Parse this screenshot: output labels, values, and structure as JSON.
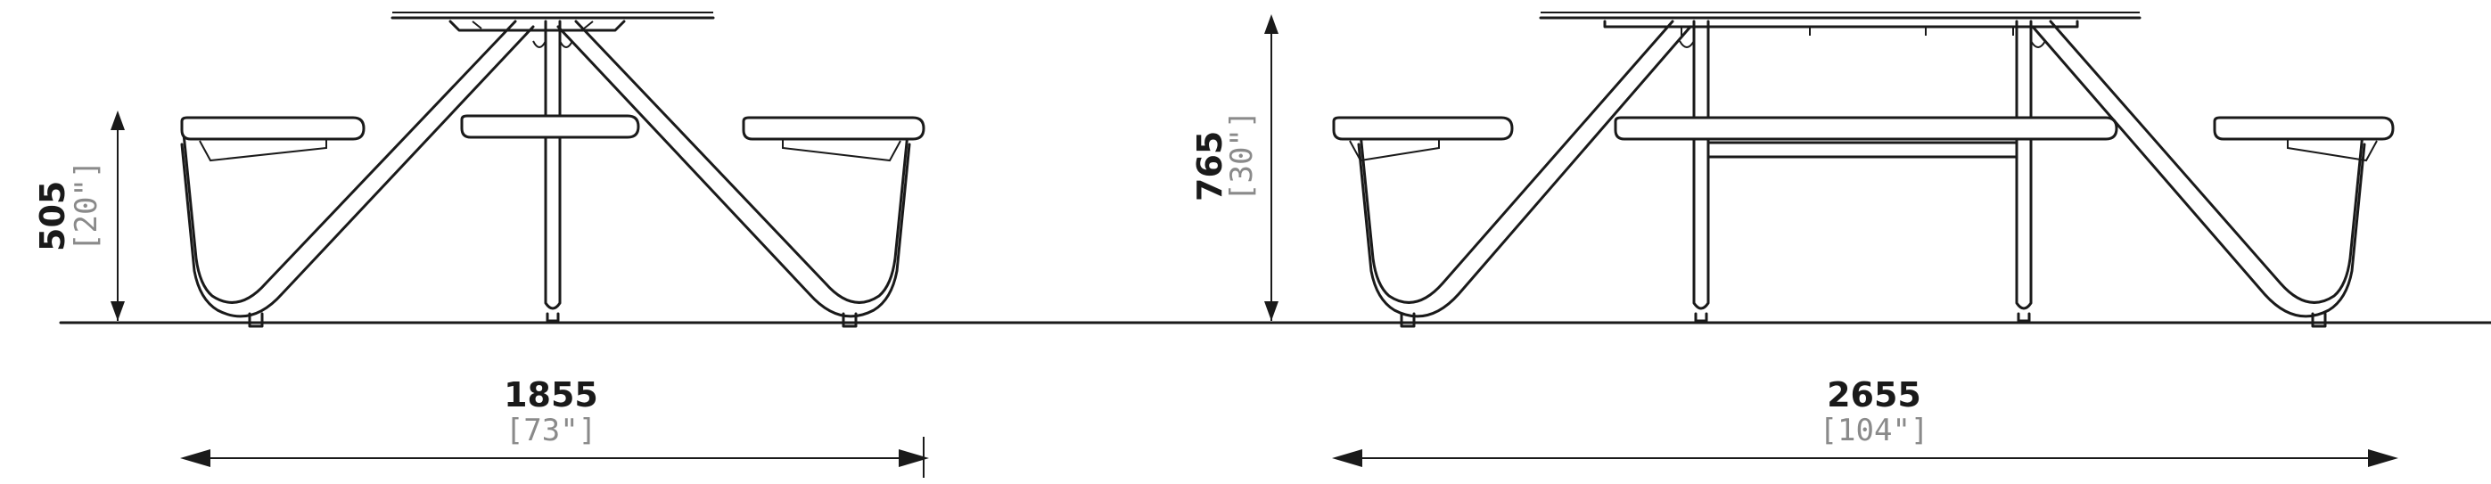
{
  "dimensions": {
    "side_width": {
      "mm": "1855",
      "inch": "[73\"]"
    },
    "side_height": {
      "mm": "505",
      "inch": "[20\"]"
    },
    "front_height": {
      "mm": "765",
      "inch": "[30\"]"
    },
    "front_width": {
      "mm": "2655",
      "inch": "[104\"]"
    }
  },
  "colors": {
    "line": "#1a1a1a",
    "secondary_text": "#8a8a8a",
    "background": "#ffffff"
  }
}
